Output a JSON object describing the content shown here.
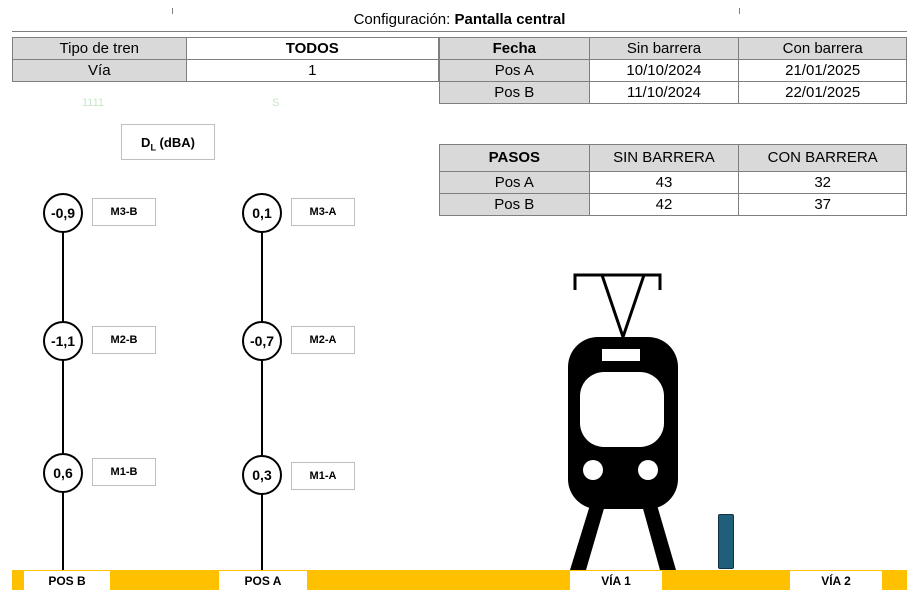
{
  "config": {
    "label": "Configuración:",
    "value": "Pantalla central"
  },
  "info_table": {
    "rows": [
      {
        "label": "Tipo de tren",
        "value": "TODOS"
      },
      {
        "label": "Vía",
        "value": "1"
      }
    ],
    "faint_labels": [
      "1111",
      "S"
    ]
  },
  "dates_table": {
    "headers": [
      "Fecha",
      "Sin barrera",
      "Con barrera"
    ],
    "rows": [
      {
        "pos": "Pos A",
        "sin": "10/10/2024",
        "con": "21/01/2025"
      },
      {
        "pos": "Pos B",
        "sin": "11/10/2024",
        "con": "22/01/2025"
      }
    ]
  },
  "pasos_table": {
    "headers": [
      "PASOS",
      "SIN BARRERA",
      "CON BARRERA"
    ],
    "rows": [
      {
        "pos": "Pos A",
        "sin": "43",
        "con": "32"
      },
      {
        "pos": "Pos B",
        "sin": "42",
        "con": "37"
      }
    ]
  },
  "dl_label": {
    "main": "D",
    "sub": "L",
    "unit": " (dBA)"
  },
  "columns": [
    {
      "name": "POS B",
      "points": [
        {
          "value": "-0,9",
          "tag": "M3-B"
        },
        {
          "value": "-1,1",
          "tag": "M2-B"
        },
        {
          "value": "0,6",
          "tag": "M1-B"
        }
      ]
    },
    {
      "name": "POS A",
      "points": [
        {
          "value": "0,1",
          "tag": "M3-A"
        },
        {
          "value": "-0,7",
          "tag": "M2-A"
        },
        {
          "value": "0,3",
          "tag": "M1-A"
        }
      ]
    }
  ],
  "track_labels": {
    "via1": "VÍA 1",
    "via2": "VÍA 2"
  },
  "colors": {
    "baseline": "#ffc000",
    "barrier": "#1f5f7a",
    "header_gray": "#d9d9d9"
  }
}
